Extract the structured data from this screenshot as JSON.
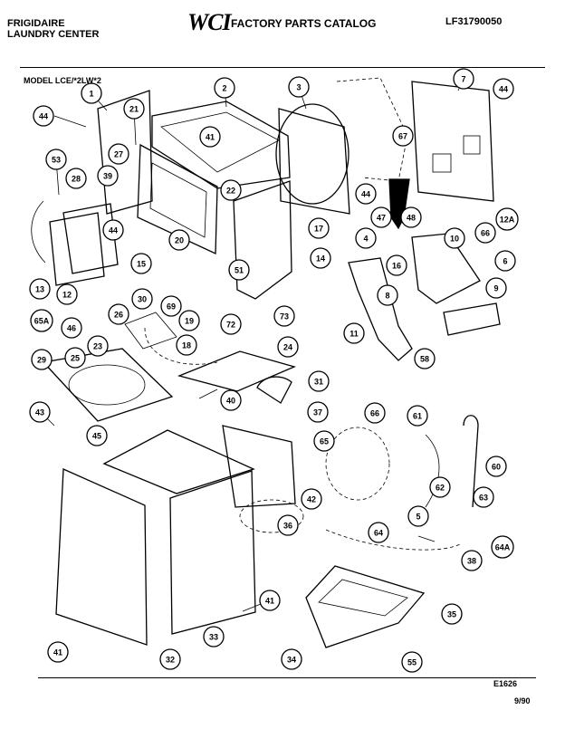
{
  "header": {
    "brand_line1": "FRIGIDAIRE",
    "brand_line2": "LAUNDRY CENTER",
    "logo": "WCI",
    "catalog_title": "FACTORY PARTS CATALOG",
    "catalog_number": "LF31790050"
  },
  "model_label": "MODEL LCE/*2LW*2",
  "figure_code": "E1626",
  "page_date": "9/90",
  "callouts": [
    {
      "label": "1"
    },
    {
      "label": "2"
    },
    {
      "label": "3"
    },
    {
      "label": "7"
    },
    {
      "label": "44"
    },
    {
      "label": "44"
    },
    {
      "label": "21"
    },
    {
      "label": "41"
    },
    {
      "label": "67"
    },
    {
      "label": "53"
    },
    {
      "label": "27"
    },
    {
      "label": "28"
    },
    {
      "label": "39"
    },
    {
      "label": "22"
    },
    {
      "label": "44"
    },
    {
      "label": "44"
    },
    {
      "label": "17"
    },
    {
      "label": "47"
    },
    {
      "label": "48"
    },
    {
      "label": "12A"
    },
    {
      "label": "66"
    },
    {
      "label": "20"
    },
    {
      "label": "4"
    },
    {
      "label": "10"
    },
    {
      "label": "15"
    },
    {
      "label": "51"
    },
    {
      "label": "14"
    },
    {
      "label": "16"
    },
    {
      "label": "6"
    },
    {
      "label": "13"
    },
    {
      "label": "12"
    },
    {
      "label": "30"
    },
    {
      "label": "69"
    },
    {
      "label": "73"
    },
    {
      "label": "8"
    },
    {
      "label": "9"
    },
    {
      "label": "46"
    },
    {
      "label": "26"
    },
    {
      "label": "72"
    },
    {
      "label": "65A"
    },
    {
      "label": "19"
    },
    {
      "label": "11"
    },
    {
      "label": "23"
    },
    {
      "label": "18"
    },
    {
      "label": "58"
    },
    {
      "label": "25"
    },
    {
      "label": "24"
    },
    {
      "label": "29"
    },
    {
      "label": "31"
    },
    {
      "label": "40"
    },
    {
      "label": "37"
    },
    {
      "label": "43"
    },
    {
      "label": "66"
    },
    {
      "label": "61"
    },
    {
      "label": "45"
    },
    {
      "label": "65"
    },
    {
      "label": "60"
    },
    {
      "label": "42"
    },
    {
      "label": "62"
    },
    {
      "label": "63"
    },
    {
      "label": "36"
    },
    {
      "label": "5"
    },
    {
      "label": "64"
    },
    {
      "label": "38"
    },
    {
      "label": "64A"
    },
    {
      "label": "41"
    },
    {
      "label": "35"
    },
    {
      "label": "41"
    },
    {
      "label": "32"
    },
    {
      "label": "33"
    },
    {
      "label": "34"
    },
    {
      "label": "55"
    }
  ]
}
